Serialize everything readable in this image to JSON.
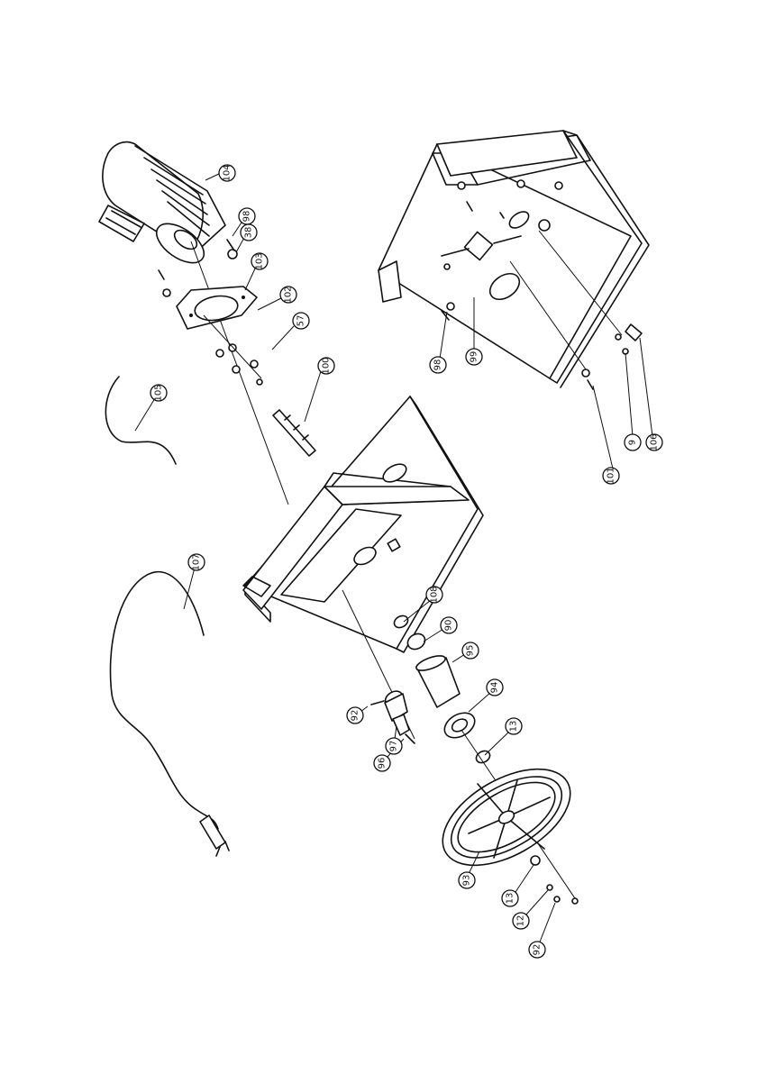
{
  "diagram": {
    "callouts": [
      {
        "id": "motor",
        "label": "104"
      },
      {
        "id": "bolt-a",
        "label": "98"
      },
      {
        "id": "washer-a",
        "label": "38"
      },
      {
        "id": "motor-plate",
        "label": "103"
      },
      {
        "id": "nut-a",
        "label": "102"
      },
      {
        "id": "nut-b",
        "label": "57"
      },
      {
        "id": "shaft",
        "label": "100"
      },
      {
        "id": "cable-short",
        "label": "105"
      },
      {
        "id": "bolt-b",
        "label": "98"
      },
      {
        "id": "washer-b",
        "label": "99"
      },
      {
        "id": "nut-c",
        "label": "101"
      },
      {
        "id": "washer-c",
        "label": "9"
      },
      {
        "id": "bushing",
        "label": "106"
      },
      {
        "id": "power-cord",
        "label": "107"
      },
      {
        "id": "ring-a",
        "label": "108"
      },
      {
        "id": "collar",
        "label": "90"
      },
      {
        "id": "pulley-cone",
        "label": "95"
      },
      {
        "id": "flange",
        "label": "94"
      },
      {
        "id": "spacer",
        "label": "13"
      },
      {
        "id": "switch-cap",
        "label": "92"
      },
      {
        "id": "switch-knob",
        "label": "97"
      },
      {
        "id": "switch-body",
        "label": "96"
      },
      {
        "id": "wheel",
        "label": "93"
      },
      {
        "id": "washer-d",
        "label": "13"
      },
      {
        "id": "lock-washer",
        "label": "12"
      },
      {
        "id": "nut-d",
        "label": "92"
      }
    ]
  }
}
